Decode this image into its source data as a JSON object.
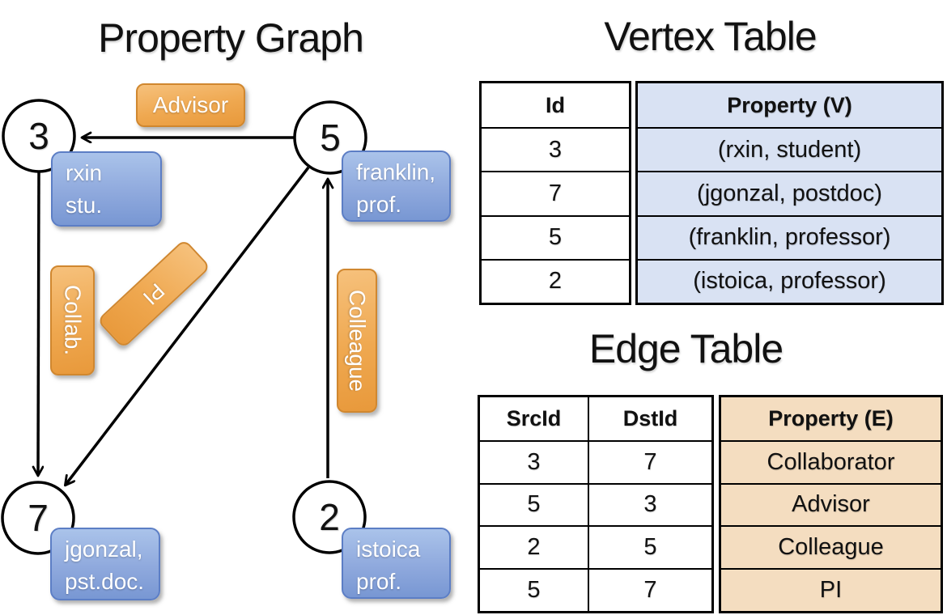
{
  "titles": {
    "graph": "Property Graph",
    "vertex": "Vertex Table",
    "edge": "Edge Table"
  },
  "graph": {
    "nodes": [
      {
        "id": "3"
      },
      {
        "id": "5"
      },
      {
        "id": "7"
      },
      {
        "id": "2"
      }
    ],
    "vertex_boxes": [
      {
        "line1": "rxin",
        "line2": "stu."
      },
      {
        "line1": "franklin,",
        "line2": "prof."
      },
      {
        "line1": "jgonzal,",
        "line2": "pst.doc."
      },
      {
        "line1": "istoica",
        "line2": "prof."
      }
    ],
    "edge_labels": [
      {
        "text": "Advisor"
      },
      {
        "text": "Collab."
      },
      {
        "text": "PI"
      },
      {
        "text": "Colleague"
      }
    ]
  },
  "vertex_table": {
    "headers": [
      "Id",
      "Property (V)"
    ],
    "rows": [
      {
        "id": "3",
        "property": "(rxin, student)"
      },
      {
        "id": "7",
        "property": "(jgonzal, postdoc)"
      },
      {
        "id": "5",
        "property": "(franklin, professor)"
      },
      {
        "id": "2",
        "property": "(istoica, professor)"
      }
    ]
  },
  "edge_table": {
    "headers": [
      "SrcId",
      "DstId",
      "Property (E)"
    ],
    "rows": [
      {
        "src": "3",
        "dst": "7",
        "property": "Collaborator"
      },
      {
        "src": "5",
        "dst": "3",
        "property": "Advisor"
      },
      {
        "src": "2",
        "dst": "5",
        "property": "Colleague"
      },
      {
        "src": "5",
        "dst": "7",
        "property": "PI"
      }
    ]
  },
  "colors": {
    "edge_label_fill": "#efa850",
    "vertex_box_fill": "#8fa9dd",
    "vertex_property_fill": "#d9e2f3",
    "edge_property_fill": "#f4ddc0",
    "line": "#000000"
  }
}
